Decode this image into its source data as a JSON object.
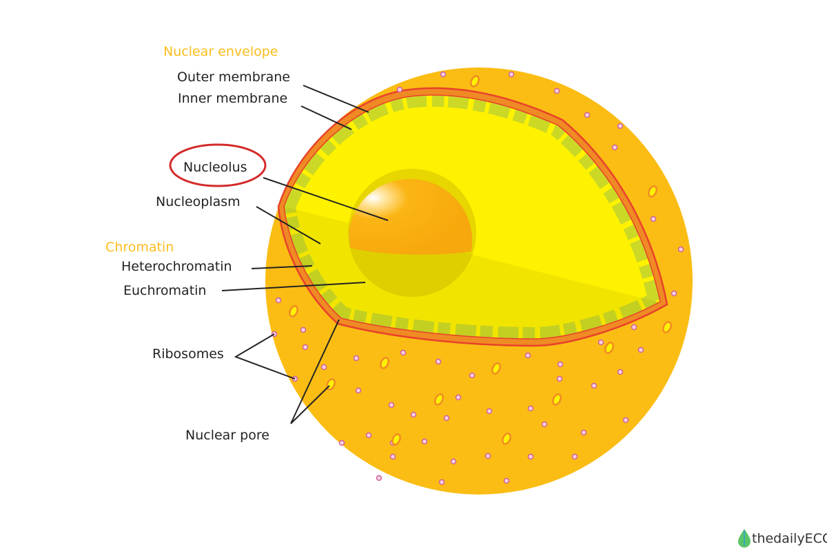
{
  "labels": {
    "nuclear_envelope": "Nuclear envelope",
    "outer_membrane": "Outer membrane",
    "inner_membrane": "Inner membrane",
    "nucleolus": "Nucleolus",
    "nucleoplasm": "Nucleoplasm",
    "chromatin": "Chromatin",
    "heterochromatin": "Heterochromatin",
    "euchromatin": "Euchromatin",
    "ribosomes": "Ribosomes",
    "nuclear_pore": "Nuclear pore"
  },
  "highlight": {
    "target": "Nucleolus",
    "color": "#d42a2a"
  },
  "colors": {
    "nucleus_surface": "#fbbd14",
    "nucleoplasm": "#fff200",
    "heterochromatin": "#c5d62a",
    "membrane": "#f08a24",
    "membrane_edge": "#e8412a",
    "nucleolus": "#fbb514",
    "ribosome": "#e88ab5",
    "category_label": "#fbbd1e"
  },
  "logo": {
    "text": "thedailyECO",
    "icon": "leaf-drop-icon"
  }
}
